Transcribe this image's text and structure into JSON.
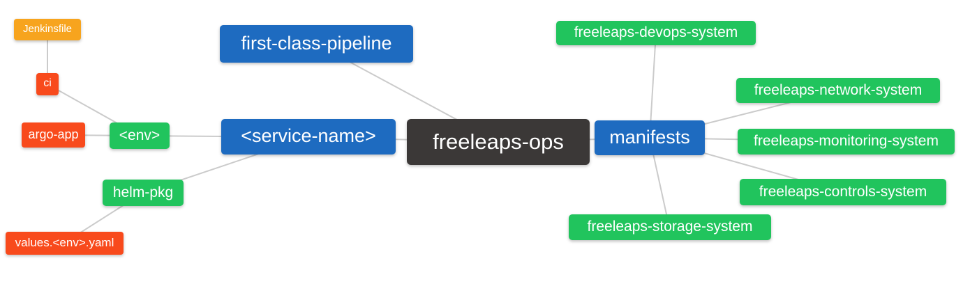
{
  "colors": {
    "background": "#FFFFFF",
    "edge": "#CBCBCB",
    "node_text": "#FFFFFF",
    "root_dark": "#3B3837",
    "branch_blue": "#1E6BC0",
    "leaf_green": "#21C45D",
    "leaf_red": "#F84A1C",
    "leaf_amber": "#F7A41E"
  },
  "mindmap": {
    "nodes": {
      "freeleaps_ops": {
        "label": "freeleaps-ops",
        "color": "#3B3837"
      },
      "first_class_pipeline": {
        "label": "first-class-pipeline",
        "color": "#1E6BC0"
      },
      "service_name": {
        "label": "<service-name>",
        "color": "#1E6BC0"
      },
      "manifests": {
        "label": "manifests",
        "color": "#1E6BC0"
      },
      "env": {
        "label": "<env>",
        "color": "#21C45D"
      },
      "helm_pkg": {
        "label": "helm-pkg",
        "color": "#21C45D"
      },
      "ci": {
        "label": "ci",
        "color": "#F84A1C"
      },
      "argo_app": {
        "label": "argo-app",
        "color": "#F84A1C"
      },
      "jenkinsfile": {
        "label": "Jenkinsfile",
        "color": "#F7A41E"
      },
      "values_env_yaml": {
        "label": "values.<env>.yaml",
        "color": "#F84A1C"
      },
      "devops_system": {
        "label": "freeleaps-devops-system",
        "color": "#21C45D"
      },
      "network_system": {
        "label": "freeleaps-network-system",
        "color": "#21C45D"
      },
      "monitoring_system": {
        "label": "freeleaps-monitoring-system",
        "color": "#21C45D"
      },
      "controls_system": {
        "label": "freeleaps-controls-system",
        "color": "#21C45D"
      },
      "storage_system": {
        "label": "freeleaps-storage-system",
        "color": "#21C45D"
      }
    },
    "edges": [
      [
        "jenkinsfile",
        "ci"
      ],
      [
        "ci",
        "env"
      ],
      [
        "argo_app",
        "env"
      ],
      [
        "env",
        "service_name"
      ],
      [
        "values_env_yaml",
        "helm_pkg"
      ],
      [
        "helm_pkg",
        "service_name"
      ],
      [
        "first_class_pipeline",
        "freeleaps_ops"
      ],
      [
        "service_name",
        "freeleaps_ops"
      ],
      [
        "freeleaps_ops",
        "manifests"
      ],
      [
        "manifests",
        "devops_system"
      ],
      [
        "manifests",
        "network_system"
      ],
      [
        "manifests",
        "monitoring_system"
      ],
      [
        "manifests",
        "controls_system"
      ],
      [
        "manifests",
        "storage_system"
      ]
    ]
  }
}
